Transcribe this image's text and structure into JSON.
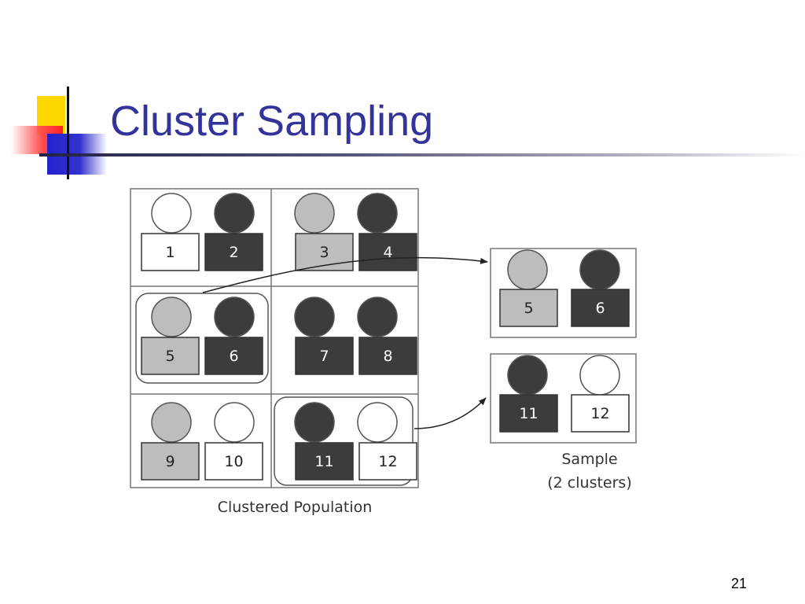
{
  "slide": {
    "title": "Cluster Sampling",
    "page_number": "21"
  },
  "colors": {
    "title": "#333399",
    "dark": "#3c3c3c",
    "gray": "#bdbdbd",
    "white": "#ffffff",
    "stroke": "#555555"
  },
  "population": {
    "caption": "Clustered Population",
    "units": [
      {
        "label": "1",
        "shade": "white"
      },
      {
        "label": "2",
        "shade": "dark"
      },
      {
        "label": "3",
        "shade": "gray"
      },
      {
        "label": "4",
        "shade": "dark"
      },
      {
        "label": "5",
        "shade": "gray"
      },
      {
        "label": "6",
        "shade": "dark"
      },
      {
        "label": "7",
        "shade": "dark"
      },
      {
        "label": "8",
        "shade": "dark"
      },
      {
        "label": "9",
        "shade": "gray"
      },
      {
        "label": "10",
        "shade": "white"
      },
      {
        "label": "11",
        "shade": "dark"
      },
      {
        "label": "12",
        "shade": "white"
      }
    ],
    "selected_clusters": [
      "5-6",
      "11-12"
    ]
  },
  "sample": {
    "caption_line1": "Sample",
    "caption_line2": "(2 clusters)",
    "groups": [
      [
        {
          "label": "5",
          "shade": "gray"
        },
        {
          "label": "6",
          "shade": "dark"
        }
      ],
      [
        {
          "label": "11",
          "shade": "dark"
        },
        {
          "label": "12",
          "shade": "white"
        }
      ]
    ]
  }
}
